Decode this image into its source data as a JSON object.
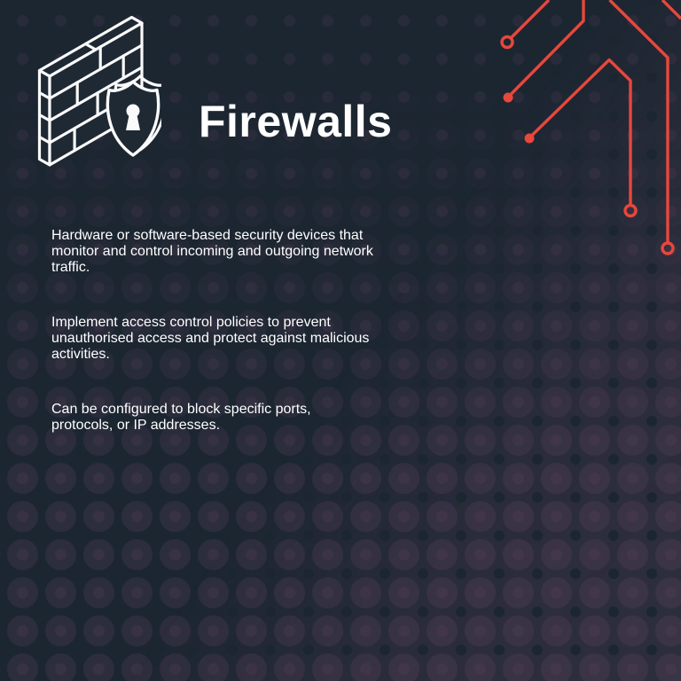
{
  "header": {
    "title": "Firewalls"
  },
  "content": {
    "paragraphs": [
      {
        "lines": [
          "Hardware or software-based security devices that",
          "monitor and control incoming and outgoing network",
          "traffic."
        ]
      },
      {
        "lines": [
          "Implement access control policies to prevent",
          "unauthorised access and protect against malicious",
          "activities."
        ]
      },
      {
        "lines": [
          "Can be configured to block specific ports,",
          "protocols, or IP addresses."
        ]
      }
    ]
  },
  "icons": {
    "main": "firewall-brick-wall-with-shield-lock-icon",
    "decoration": "circuit-traces-icon"
  },
  "colors": {
    "background": "#1c2631",
    "halftone_tint": "#3a2f41",
    "accent_red": "#e8473c",
    "text": "#ffffff",
    "icon_stroke": "#fafafa"
  }
}
